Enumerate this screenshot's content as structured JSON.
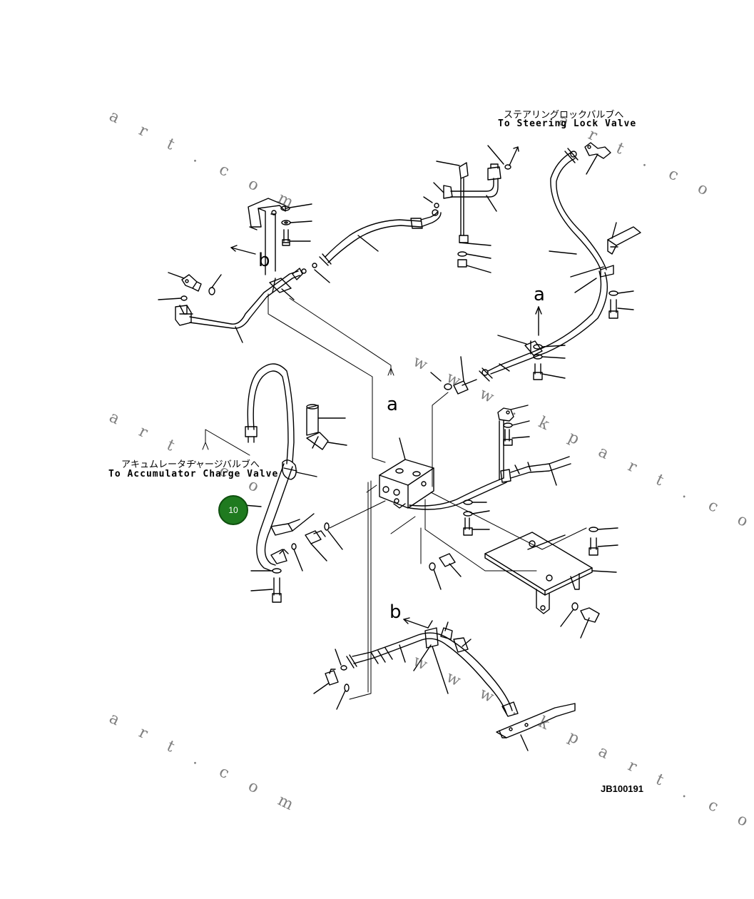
{
  "watermarks": [
    "a r t . c o m",
    "a r t . c o",
    "w w w . k p a r t . c o",
    "a r t . c o m",
    "w w w . k p a r t . c o"
  ],
  "labels": {
    "steering_jp": "ステアリングロックバルブへ",
    "steering_en": "To Steering Lock Valve",
    "accumulator_jp": "アキュムレータチャージバルブへ",
    "accumulator_en": "To Accumulator Charge Valve"
  },
  "view_markers": {
    "a_upper": "a",
    "a_lower": "a",
    "b_upper": "b",
    "b_lower": "b"
  },
  "callout": {
    "number": "10",
    "color": "#1f7a1f"
  },
  "drawing_number": "JB100191"
}
